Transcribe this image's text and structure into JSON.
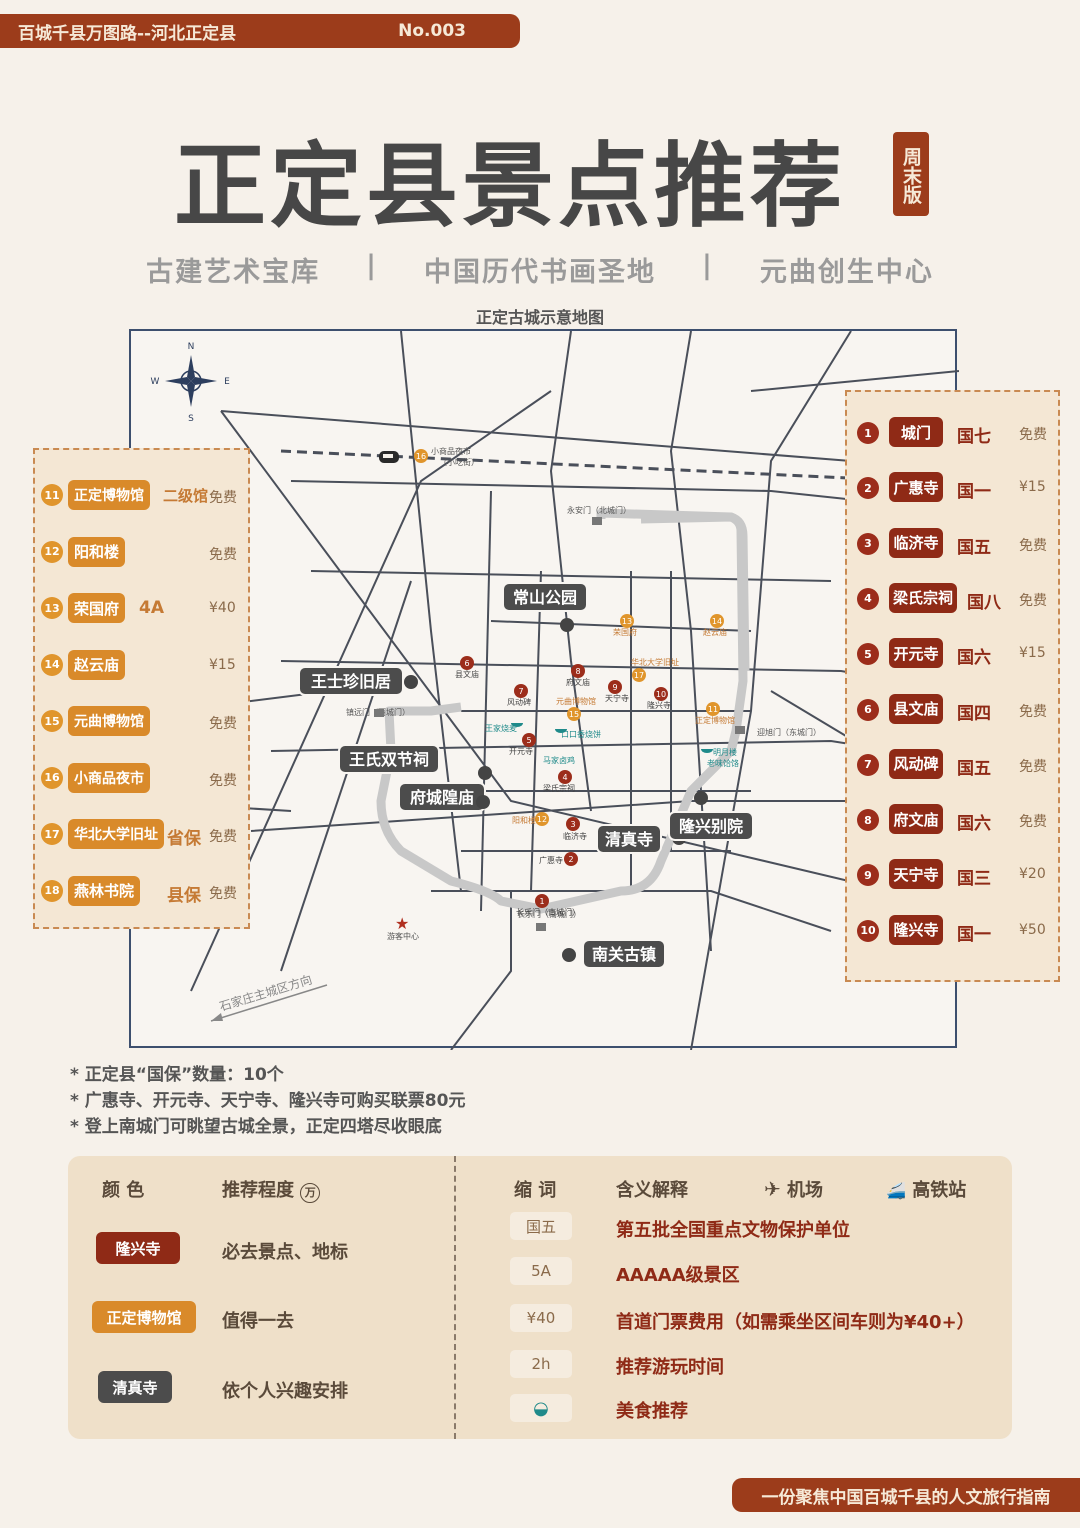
{
  "header": {
    "series": "百城千县万图路--河北正定县",
    "issue": "No.003"
  },
  "title": "正定县景点推荐",
  "badge": "周末版",
  "slogans": [
    "古建艺术宝库",
    "|",
    "中国历代书画圣地",
    "|",
    "元曲创生中心"
  ],
  "map": {
    "title": "正定古城示意地图",
    "compass": {
      "n": "N",
      "s": "S",
      "e": "E",
      "w": "W"
    },
    "labels": {
      "night_market": "小商品夜市\n（小吃街）",
      "north_gate": "永安门（北城门）",
      "west_gate": "镇远门（西城门）",
      "east_gate": "迎旭门（东城门）",
      "south_gate": "长乐门（南城门）",
      "visitor_center": "游客中心",
      "direction": "石家庄主城区方向",
      "food1": "王家烧麦",
      "food2": "口口香烧饼",
      "food3": "马家卤鸡",
      "food4": "明月楼\n老味饸饹"
    },
    "big_labels": [
      "常山公园",
      "王士珍旧居",
      "王氏双节祠",
      "府城隍庙",
      "清真寺",
      "隆兴别院",
      "南关古镇"
    ],
    "markers": [
      {
        "n": "1",
        "name": "长乐门（南城门）"
      },
      {
        "n": "2",
        "name": "广惠寺"
      },
      {
        "n": "3",
        "name": "临济寺"
      },
      {
        "n": "4",
        "name": "梁氏宗祠"
      },
      {
        "n": "5",
        "name": "开元寺"
      },
      {
        "n": "6",
        "name": "县文庙"
      },
      {
        "n": "7",
        "name": "风动碑"
      },
      {
        "n": "8",
        "name": "府文庙"
      },
      {
        "n": "9",
        "name": "天宁寺"
      },
      {
        "n": "10",
        "name": "隆兴寺"
      },
      {
        "n": "11",
        "name": "正定博物馆"
      },
      {
        "n": "12",
        "name": "阳和楼"
      },
      {
        "n": "13",
        "name": "荣国府"
      },
      {
        "n": "14",
        "name": "赵云庙"
      },
      {
        "n": "15",
        "name": "元曲博物馆"
      },
      {
        "n": "16",
        "name": "小商品夜市"
      },
      {
        "n": "17",
        "name": "华北大学旧址"
      }
    ]
  },
  "left_list": [
    {
      "n": "11",
      "name": "正定博物馆",
      "level": "二级馆",
      "price": "免费"
    },
    {
      "n": "12",
      "name": "阳和楼",
      "level": "",
      "price": "免费"
    },
    {
      "n": "13",
      "name": "荣国府",
      "level": "4A",
      "price": "¥40"
    },
    {
      "n": "14",
      "name": "赵云庙",
      "level": "",
      "price": "¥15"
    },
    {
      "n": "15",
      "name": "元曲博物馆",
      "level": "",
      "price": "免费"
    },
    {
      "n": "16",
      "name": "小商品夜市",
      "level": "",
      "price": "免费"
    },
    {
      "n": "17",
      "name": "华北大学旧址",
      "level": "省保",
      "price": "免费"
    },
    {
      "n": "18",
      "name": "燕林书院",
      "level": "县保",
      "price": "免费"
    }
  ],
  "right_list": [
    {
      "n": "1",
      "name": "城门",
      "level": "国七",
      "price": "免费"
    },
    {
      "n": "2",
      "name": "广惠寺",
      "level": "国一",
      "price": "¥15"
    },
    {
      "n": "3",
      "name": "临济寺",
      "level": "国五",
      "price": "免费"
    },
    {
      "n": "4",
      "name": "梁氏宗祠",
      "level": "国八",
      "price": "免费"
    },
    {
      "n": "5",
      "name": "开元寺",
      "level": "国六",
      "price": "¥15"
    },
    {
      "n": "6",
      "name": "县文庙",
      "level": "国四",
      "price": "免费"
    },
    {
      "n": "7",
      "name": "风动碑",
      "level": "国五",
      "price": "免费"
    },
    {
      "n": "8",
      "name": "府文庙",
      "level": "国六",
      "price": "免费"
    },
    {
      "n": "9",
      "name": "天宁寺",
      "level": "国三",
      "price": "¥20"
    },
    {
      "n": "10",
      "name": "隆兴寺",
      "level": "国一",
      "price": "¥50"
    }
  ],
  "notes": [
    "*  正定县“国保”数量：10个",
    "*  广惠寺、开元寺、天宁寺、隆兴寺可购买联票80元",
    "*  登上南城门可眺望古城全景，正定四塔尽收眼底"
  ],
  "legend": {
    "col_color": "颜  色",
    "col_rec": "推荐程度",
    "rec_icon": "万",
    "items": [
      {
        "pill": "隆兴寺",
        "desc": "必去景点、地标"
      },
      {
        "pill": "正定博物馆",
        "desc": "值得一去"
      },
      {
        "pill": "清真寺",
        "desc": "依个人兴趣安排"
      }
    ],
    "col_abbr": "缩  词",
    "col_meaning": "含义解释",
    "airport": "机场",
    "rail": "高铁站",
    "abbrs": [
      {
        "k": "国五",
        "v": "第五批全国重点文物保护单位"
      },
      {
        "k": "5A",
        "v": "AAAAA级景区"
      },
      {
        "k": "¥40",
        "v": "首道门票费用（如需乘坐区间车则为¥40+）"
      },
      {
        "k": "2h",
        "v": "推荐游玩时间"
      },
      {
        "k": "",
        "v": "美食推荐"
      }
    ]
  },
  "footer": "一份聚焦中国百城千县的人文旅行指南"
}
